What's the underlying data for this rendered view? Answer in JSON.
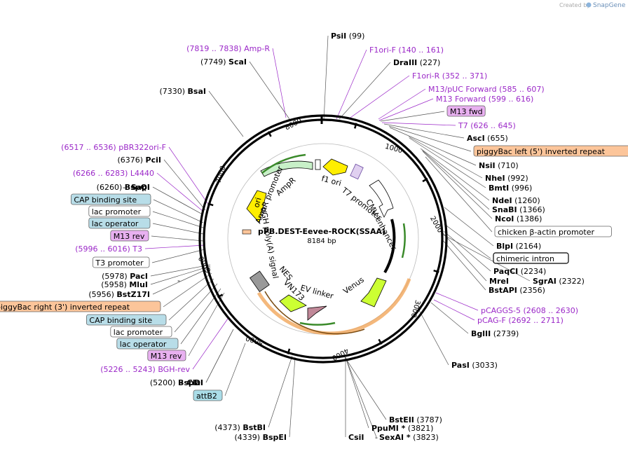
{
  "watermark": "Created by",
  "brand": "SnapGene",
  "plasmid": {
    "name": "pPB.DEST-Eevee-ROCK(SSAA)",
    "length_label": "8184 bp"
  },
  "ticks": [
    "1000",
    "2000",
    "3000",
    "4000",
    "5000",
    "6000",
    "7000",
    "8000"
  ],
  "colors": {
    "primer": "#9b28c8",
    "ampR": "#c8f0c8",
    "ori": "#ffee00",
    "f1ori": "#ffee00",
    "venus": "#ccff33",
    "ev_linker": "#c08898",
    "vn173": "#ccff33",
    "piggybac": "#fcc59a",
    "cap": "#b8dde8",
    "m13": "#e8b0f0",
    "attb2": "#aadde8"
  },
  "feature_labels": {
    "ampr": "AmpR",
    "ampr_promoter": "AmpR promoter",
    "ori": "ori",
    "f1ori": "f1 ori",
    "t7_promoter": "T7 promoter",
    "cmv_enhancer": "CMV enhancer",
    "bgh": "bGH poly(A) signal",
    "nes": "NES",
    "vn173": "VN173",
    "ev_linker": "EV linker",
    "venus": "Venus"
  },
  "right_labels": [
    {
      "name": "PsiI",
      "pos": "(99)",
      "kind": "site"
    },
    {
      "name": "F1ori-F",
      "pos": "(140 .. 161)",
      "kind": "primer"
    },
    {
      "name": "DraIII",
      "pos": "(227)",
      "kind": "site"
    },
    {
      "name": "F1ori-R",
      "pos": "(352 .. 371)",
      "kind": "primer"
    },
    {
      "name": "M13/pUC Forward",
      "pos": "(585 .. 607)",
      "kind": "primer"
    },
    {
      "name": "M13 Forward",
      "pos": "(599 .. 616)",
      "kind": "primer"
    },
    {
      "name": "M13 fwd",
      "pos": "",
      "kind": "box-m13"
    },
    {
      "name": "T7",
      "pos": "(626 .. 645)",
      "kind": "primer"
    },
    {
      "name": "AscI",
      "pos": "(655)",
      "kind": "site"
    },
    {
      "name": "piggyBac left (5') inverted repeat",
      "pos": "",
      "kind": "box-pb"
    },
    {
      "name": "NsiI",
      "pos": "(710)",
      "kind": "site"
    },
    {
      "name": "NheI",
      "pos": "(992)",
      "kind": "site"
    },
    {
      "name": "BmtI",
      "pos": "(996)",
      "kind": "site"
    },
    {
      "name": "NdeI",
      "pos": "(1260)",
      "kind": "site"
    },
    {
      "name": "SnaBI",
      "pos": "(1366)",
      "kind": "site"
    },
    {
      "name": "NcoI",
      "pos": "(1386)",
      "kind": "site"
    },
    {
      "name": "chicken β-actin promoter",
      "pos": "",
      "kind": "box-white"
    },
    {
      "name": "BlpI",
      "pos": "(2164)",
      "kind": "site"
    },
    {
      "name": "chimeric intron",
      "pos": "",
      "kind": "box-white-dark"
    },
    {
      "name": "PaqCI",
      "pos": "(2234)",
      "kind": "site"
    },
    {
      "name": "MreI",
      "pos": "",
      "kind": "site"
    },
    {
      "name": "SgrAI",
      "pos": "(2322)",
      "kind": "site"
    },
    {
      "name": "BstAPI",
      "pos": "(2356)",
      "kind": "site"
    },
    {
      "name": "pCAGGS-5",
      "pos": "(2608 .. 2630)",
      "kind": "primer"
    },
    {
      "name": "pCAG-F",
      "pos": "(2692 .. 2711)",
      "kind": "primer"
    },
    {
      "name": "BglII",
      "pos": "(2739)",
      "kind": "site"
    },
    {
      "name": "PasI",
      "pos": "(3033)",
      "kind": "site"
    },
    {
      "name": "BstEII",
      "pos": "(3787)",
      "kind": "site"
    },
    {
      "name": "PpuMI *",
      "pos": "(3821)",
      "kind": "site"
    },
    {
      "name": "CsiI",
      "pos": "",
      "kind": "site"
    },
    {
      "name": "SexAI *",
      "pos": "(3823)",
      "kind": "site"
    }
  ],
  "left_labels": [
    {
      "name": "Amp-R",
      "pos": "(7819 .. 7838)",
      "kind": "primer"
    },
    {
      "name": "ScaI",
      "pos": "(7749)",
      "kind": "site"
    },
    {
      "name": "BsaI",
      "pos": "(7330)",
      "kind": "site"
    },
    {
      "name": "pBR322ori-F",
      "pos": "(6517 .. 6536)",
      "kind": "primer"
    },
    {
      "name": "PciI",
      "pos": "(6376)",
      "kind": "site"
    },
    {
      "name": "L4440",
      "pos": "(6266 .. 6283)",
      "kind": "primer"
    },
    {
      "name": "BspQI",
      "pos": "(6260)",
      "kind": "site"
    },
    {
      "name": "SapI",
      "pos": "",
      "kind": "site"
    },
    {
      "name": "CAP binding site",
      "pos": "",
      "kind": "box-cap"
    },
    {
      "name": "lac promoter",
      "pos": "",
      "kind": "box-white"
    },
    {
      "name": "lac operator",
      "pos": "",
      "kind": "box-cap"
    },
    {
      "name": "M13 rev",
      "pos": "",
      "kind": "box-m13"
    },
    {
      "name": "T3",
      "pos": "(5996 .. 6016)",
      "kind": "primer"
    },
    {
      "name": "T3 promoter",
      "pos": "",
      "kind": "box-white"
    },
    {
      "name": "PacI",
      "pos": "(5978)",
      "kind": "site"
    },
    {
      "name": "MluI",
      "pos": "(5958)",
      "kind": "site"
    },
    {
      "name": "BstZ17I",
      "pos": "(5956)",
      "kind": "site"
    },
    {
      "name": "piggyBac right (3') inverted repeat",
      "pos": "",
      "kind": "box-pb"
    },
    {
      "name": "CAP binding site",
      "pos": "",
      "kind": "box-cap"
    },
    {
      "name": "lac promoter",
      "pos": "",
      "kind": "box-white"
    },
    {
      "name": "lac operator",
      "pos": "",
      "kind": "box-cap"
    },
    {
      "name": "M13 rev",
      "pos": "",
      "kind": "box-m13"
    },
    {
      "name": "BGH-rev",
      "pos": "(5226 .. 5243)",
      "kind": "primer"
    },
    {
      "name": "BspDI",
      "pos": "(5200)",
      "kind": "site"
    },
    {
      "name": "ClaI",
      "pos": "",
      "kind": "site"
    },
    {
      "name": "attB2",
      "pos": "",
      "kind": "box-attb"
    },
    {
      "name": "BstBI",
      "pos": "(4373)",
      "kind": "site"
    },
    {
      "name": "BspEI",
      "pos": "(4339)",
      "kind": "site"
    }
  ]
}
